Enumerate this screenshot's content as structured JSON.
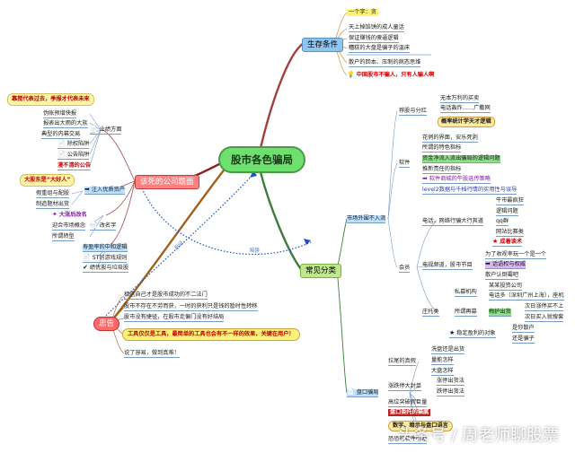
{
  "center": "股市各色骗局",
  "branches": {
    "survival": "生存条件",
    "dead": "该死的公司题面",
    "common": "常见分类",
    "advice": "忠告"
  },
  "survival": {
    "title": "一个字：贪",
    "items": [
      "天上掉馅饼的成人童话",
      "保证赚钱的傻逼逻辑",
      "糟糕的大盘是骗子的温床",
      "散户的回本、压制的病态思维"
    ],
    "bottom": "中国股市不骗人，只有人骗人啊"
  },
  "dead": {
    "top_note": "靠搅代表过去，季报才代表未来",
    "perf_label": "业绩方面",
    "perf_items": [
      "伪账预增快报",
      "报表出大雨的大族",
      "典型的内幕交易",
      "除权陷阱",
      "公告陷阱",
      "漫不清的公告"
    ],
    "big_note": "大股东是“大好人”",
    "inject_label": "注入优质资产",
    "inject_items": [
      "假重组与配股",
      "制造题材出货"
    ],
    "rename": "大涨后改名",
    "rename_label": "改名字",
    "rename_items": [
      "迎合市场概念",
      "所谓转型"
    ],
    "game_label": "寿盈率的中和逻辑",
    "game_items": [
      "ST的游戏规则",
      "绩优股与垃圾股"
    ]
  },
  "common": {
    "market_out": "市场外围不入流",
    "recommend": "荐股与分红",
    "rec_items": [
      "无本万利的买卖",
      "电话轰炸……广撒网"
    ],
    "rec_note": "概率统计学天才逻辑",
    "software": "软件",
    "soft_items": [
      "花俏的界面，安乐死剥",
      "所谓的特色指标",
      "资金净流入流出骗局的逻辑问题",
      "推新责任的指标",
      "软件商城的牛股选传策略",
      "level2数据与千档行情的实用性与误导"
    ],
    "member": "会员",
    "phone": "电话，网络行骗大行其道",
    "phone_items": [
      "牛市最疯狂",
      "逻辑问题",
      "qq群",
      "网站比赛类",
      "成着谈术"
    ],
    "tv": "电视频道，股市节目",
    "tv_items": [
      "为了收视率玩一个是一个",
      "话语权与权威",
      "散户认倒霉吧"
    ],
    "private": "私募机构",
    "private_items": [
      "某某投资公司",
      "电话多（深圳广州上海），座机"
    ],
    "zhuang": "庄托类",
    "zhuang_label": "所谓再募",
    "zhuang_tag": "梅护出货",
    "zhuang_items": [
      "次日涨停买不上",
      "次日买入就搜套"
    ],
    "fix": "稳定盈利的对象",
    "fix_items": [
      "是你散户",
      "还是骗子"
    ],
    "board": "盘口骗局",
    "pull": "拉尾的真假",
    "pull_items": [
      "洗盘还是出货",
      "量能怎样",
      "大盘怎样"
    ],
    "open": "涨跌停大封单",
    "open_items": [
      "涨停出货法",
      "跌停出货法"
    ],
    "break": "高位突破假巨量",
    "ear": "盘口委托的猫腻",
    "trick": "数字、暗示与盘口语言",
    "tail": "恐恐的软件问题"
  },
  "advice": {
    "items": [
      "相信自己才是股市成功的不二法门",
      "股市不存在不劳而获，一时的获利只是钱的暂时性转移",
      "股市没有捷径，在股市走偏门没有好结局"
    ],
    "note": "工具仅仅是工具，最简单的工具也会有不一样的效果，关键在用户！",
    "last": "说了容易，做到真难！"
  },
  "labels": {
    "dot1": "后记",
    "dot2": "陷阱"
  },
  "watermark": "头条号 / 周老师聊股票"
}
